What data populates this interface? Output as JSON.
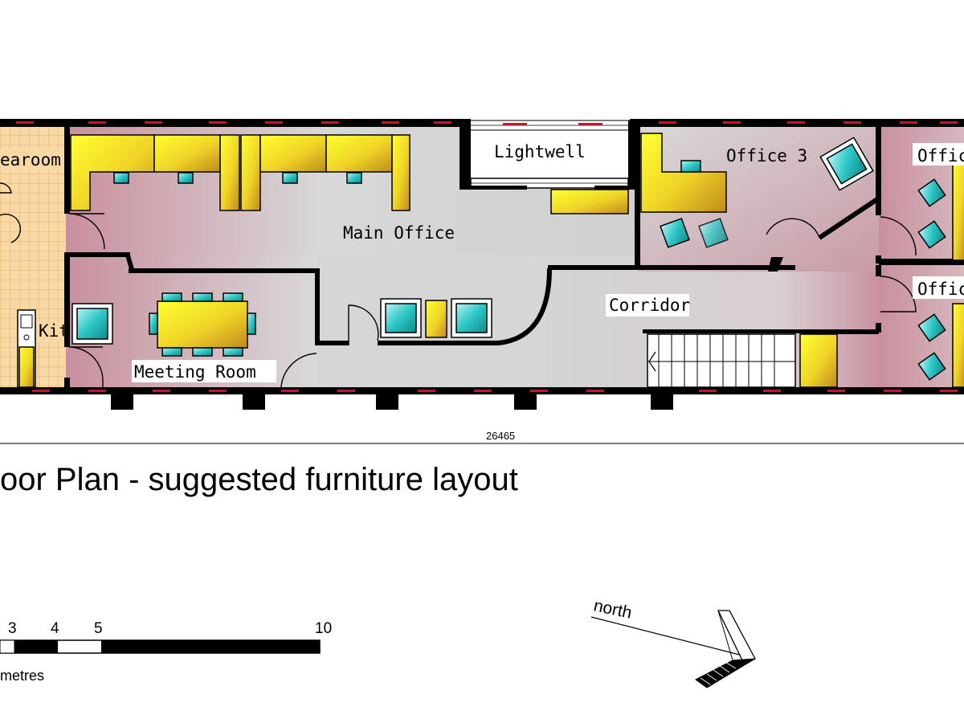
{
  "plan": {
    "rooms": {
      "tearoom": "earoom",
      "kitchen": "Kit",
      "main_office": "Main Office",
      "meeting_room": "Meeting Room",
      "lightwell": "Lightwell",
      "office_3": "Office 3",
      "office_top_right": "Offic",
      "office_bottom_right": "Offic",
      "corridor": "Corridor"
    },
    "dimension": "26465",
    "title": "oor Plan - suggested furniture layout",
    "scale_bar": {
      "ticks": [
        "3",
        "4",
        "5",
        "10"
      ],
      "unit": "metres"
    },
    "north_label": "north"
  },
  "colors": {
    "wall": "#000000",
    "desk_light": "#ffff33",
    "desk_dark": "#c8941e",
    "chair": "#22c9c9",
    "floor_rose": "#c98f9e",
    "floor_grey": "#d7d7d7",
    "tile": "#f7d6a0",
    "window_red": "#c0182a"
  }
}
